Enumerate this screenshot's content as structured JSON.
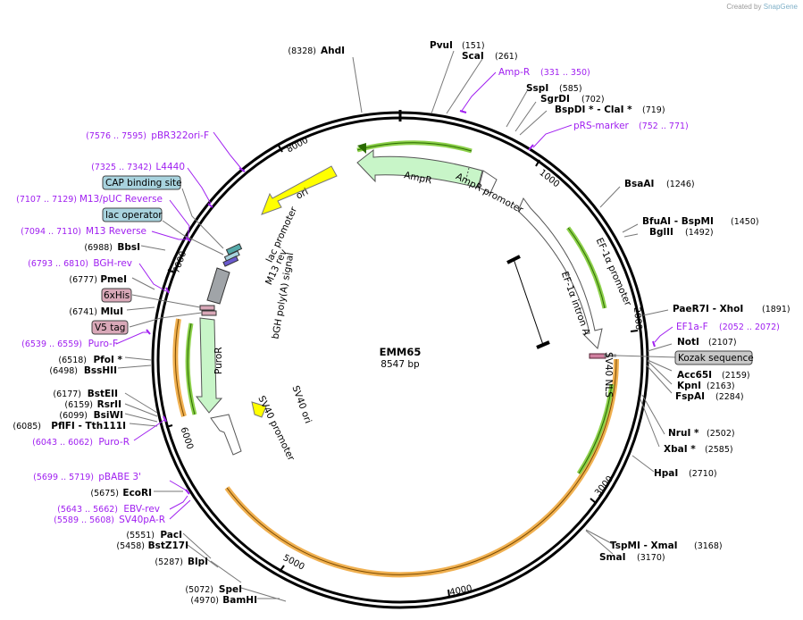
{
  "credit": {
    "prefix": "Created by",
    "brand": "SnapGene"
  },
  "plasmid": {
    "name": "EMM65",
    "size_label": "8547 bp",
    "length": 8547
  },
  "tick_labels": [
    "1000",
    "2000",
    "3000",
    "4000",
    "5000",
    "6000",
    "7000",
    "8000"
  ],
  "enzymes": [
    {
      "name": "AhdI",
      "pos": "(8328)"
    },
    {
      "name": "PvuI",
      "pos": "(151)"
    },
    {
      "name": "ScaI",
      "pos": "(261)"
    },
    {
      "name": "SspI",
      "pos": "(585)"
    },
    {
      "name": "SgrDI",
      "pos": "(702)"
    },
    {
      "name": "BspDI * - ClaI *",
      "pos": "(719)"
    },
    {
      "name": "BsaAI",
      "pos": "(1246)"
    },
    {
      "name": "BfuAI - BspMI",
      "pos": "(1450)"
    },
    {
      "name": "BglII",
      "pos": "(1492)"
    },
    {
      "name": "PaeR7I - XhoI",
      "pos": "(1891)"
    },
    {
      "name": "NotI",
      "pos": "(2107)"
    },
    {
      "name": "Acc65I",
      "pos": "(2159)"
    },
    {
      "name": "KpnI",
      "pos": "(2163)"
    },
    {
      "name": "FspAI",
      "pos": "(2284)"
    },
    {
      "name": "NruI *",
      "pos": "(2502)"
    },
    {
      "name": "XbaI *",
      "pos": "(2585)"
    },
    {
      "name": "HpaI",
      "pos": "(2710)"
    },
    {
      "name": "TspMI - XmaI",
      "pos": "(3168)"
    },
    {
      "name": "SmaI",
      "pos": "(3170)"
    },
    {
      "name": "BamHI",
      "pos": "(4970)"
    },
    {
      "name": "SpeI",
      "pos": "(5072)"
    },
    {
      "name": "BlpI",
      "pos": "(5287)"
    },
    {
      "name": "BstZ17I",
      "pos": "(5458)"
    },
    {
      "name": "PacI",
      "pos": "(5551)"
    },
    {
      "name": "EcoRI",
      "pos": "(5675)"
    },
    {
      "name": "PflFI - Tth111I",
      "pos": "(6085)"
    },
    {
      "name": "BsiWI",
      "pos": "(6099)"
    },
    {
      "name": "RsrII",
      "pos": "(6159)"
    },
    {
      "name": "BstEII",
      "pos": "(6177)"
    },
    {
      "name": "BssHII",
      "pos": "(6498)"
    },
    {
      "name": "PfoI *",
      "pos": "(6518)"
    },
    {
      "name": "MluI",
      "pos": "(6741)"
    },
    {
      "name": "PmeI",
      "pos": "(6777)"
    },
    {
      "name": "BbsI",
      "pos": "(6988)"
    }
  ],
  "primers": [
    {
      "name": "Amp-R",
      "pos": "(331 .. 350)"
    },
    {
      "name": "pRS-marker",
      "pos": "(752 .. 771)"
    },
    {
      "name": "EF1a-F",
      "pos": "(2052 .. 2072)"
    },
    {
      "name": "pBABE 3'",
      "pos": "(5699 .. 5719)"
    },
    {
      "name": "EBV-rev",
      "pos": "(5643 .. 5662)"
    },
    {
      "name": "SV40pA-R",
      "pos": "(5589 .. 5608)"
    },
    {
      "name": "Puro-R",
      "pos": "(6043 .. 6062)"
    },
    {
      "name": "Puro-F",
      "pos": "(6539 .. 6559)"
    },
    {
      "name": "BGH-rev",
      "pos": "(6793 .. 6810)"
    },
    {
      "name": "M13 Reverse",
      "pos": "(7094 .. 7110)"
    },
    {
      "name": "M13/pUC Reverse",
      "pos": "(7107 .. 7129)"
    },
    {
      "name": "L4440",
      "pos": "(7325 .. 7342)"
    },
    {
      "name": "pBR322ori-F",
      "pos": "(7576 .. 7595)"
    }
  ],
  "boxed_features": [
    {
      "name": "CAP binding site",
      "color": "#a8d3de"
    },
    {
      "name": "lac operator",
      "color": "#a8d3de"
    },
    {
      "name": "6xHis",
      "color": "#d9a8b8"
    },
    {
      "name": "V5 tag",
      "color": "#d9a8b8"
    },
    {
      "name": "Kozak sequence",
      "color": "#c8c8c8"
    }
  ],
  "features": [
    {
      "name": "AmpR"
    },
    {
      "name": "AmpR promoter"
    },
    {
      "name": "ori"
    },
    {
      "name": "EF-1α promoter"
    },
    {
      "name": "EF-1α intron A"
    },
    {
      "name": "SV40 NLS"
    },
    {
      "name": "lac promoter"
    },
    {
      "name": "M13 rev"
    },
    {
      "name": "bGH poly(A) signal"
    },
    {
      "name": "PuroR"
    },
    {
      "name": "SV40 promoter"
    },
    {
      "name": "SV40 ori"
    }
  ],
  "colors": {
    "amp": "#c8f5c8",
    "ori": "#ffff00",
    "promoter": "#ffffff",
    "cds_outline": "#2a7a2a",
    "orf_orange": "#f0b050",
    "orf_green": "#8cd04a",
    "primer": "#a020f0",
    "backbone": "#000000",
    "grey_feature": "#a8a8a8"
  }
}
